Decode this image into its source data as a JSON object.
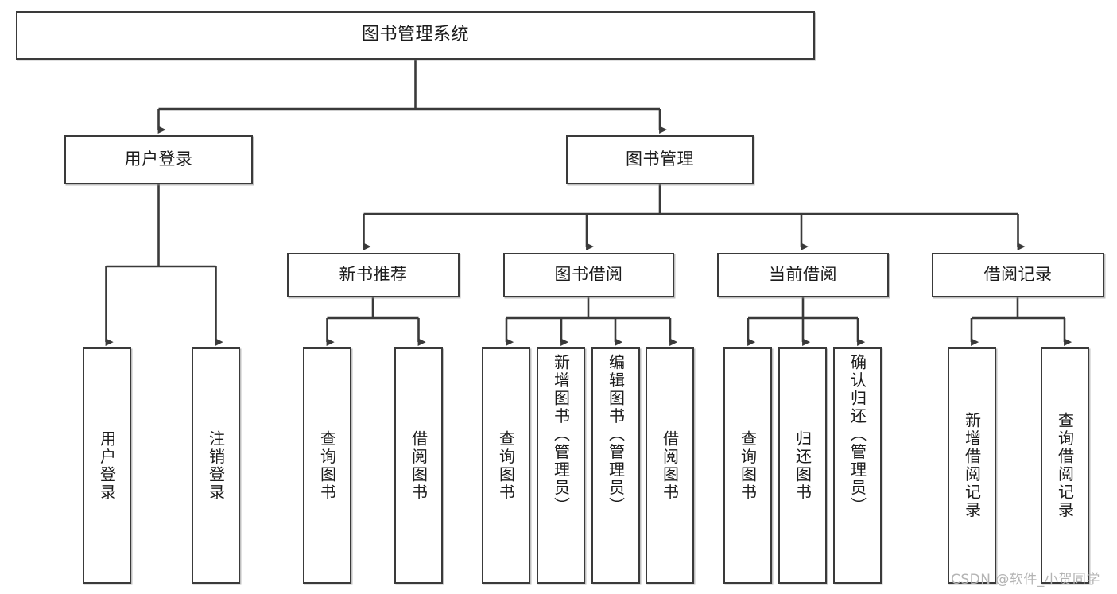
{
  "diagram": {
    "title": "图书管理系统",
    "type": "hierarchy-tree",
    "orientation": "top-down",
    "colors": {
      "box_border": "#3a3a3a",
      "box_fill": "#ffffff",
      "connector": "#3a3a3a",
      "text": "#1c1c1c",
      "watermark": "#b4b4b4",
      "background": "#ffffff"
    },
    "levels": {
      "root": "图书管理系统",
      "level1": [
        "用户登录",
        "图书管理"
      ],
      "level2": [
        "新书推荐",
        "图书借阅",
        "当前借阅",
        "借阅记录"
      ]
    },
    "nodes": {
      "root": {
        "label": "图书管理系统"
      },
      "user_login": {
        "label": "用户登录"
      },
      "book_manage": {
        "label": "图书管理"
      },
      "new_book_rec": {
        "label": "新书推荐"
      },
      "book_borrow": {
        "label": "图书借阅"
      },
      "current_borrow": {
        "label": "当前借阅"
      },
      "borrow_record": {
        "label": "借阅记录"
      },
      "leaf_user_login": {
        "label": "用户登录"
      },
      "leaf_user_logout": {
        "label": "注销登录"
      },
      "leaf_rec_query": {
        "label": "查询图书"
      },
      "leaf_rec_borrow": {
        "label": "借阅图书"
      },
      "leaf_borrow_query": {
        "label": "查询图书"
      },
      "leaf_borrow_add": {
        "label": "新增图书（管理员）"
      },
      "leaf_borrow_edit": {
        "label": "编辑图书（管理员）"
      },
      "leaf_borrow_lend": {
        "label": "借阅图书"
      },
      "leaf_cur_query": {
        "label": "查询图书"
      },
      "leaf_cur_return": {
        "label": "归还图书"
      },
      "leaf_cur_confirm": {
        "label": "确认归还（管理员）"
      },
      "leaf_rec_add": {
        "label": "新增借阅记录"
      },
      "leaf_rec_search": {
        "label": "查询借阅记录"
      }
    }
  },
  "watermark": {
    "text": "CSDN @软件_小贺同学"
  }
}
